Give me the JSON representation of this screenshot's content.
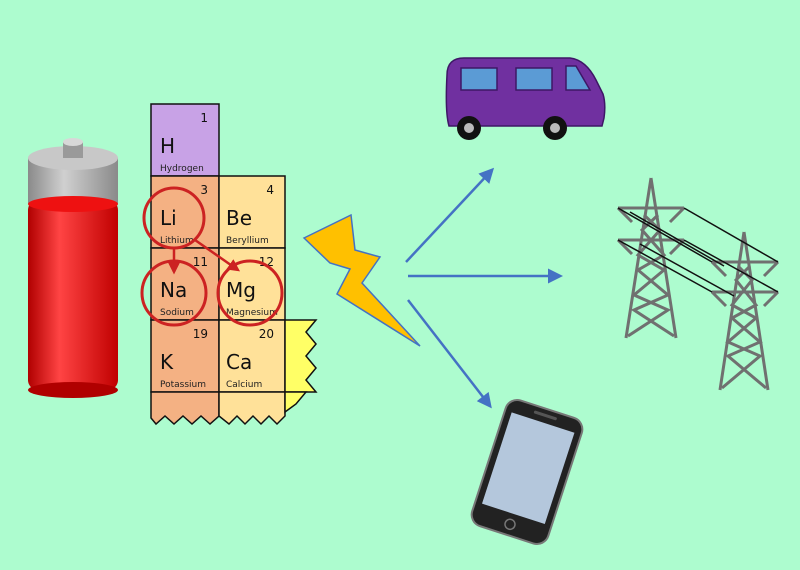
{
  "colors": {
    "background": "#adfccf",
    "battery_body": "#ee1111",
    "battery_cap": "#a8a8a8",
    "hydrogen_cell": "#c8a2e6",
    "alkali_cell": "#f4b183",
    "alkaline_earth_cell": "#ffe199",
    "next_group_cell": "#ffff66",
    "circle": "#cc2222",
    "bolt": "#ffc000",
    "arrow": "#4472c4",
    "van": "#7030a0",
    "tower": "#707070",
    "phone": "#222222"
  },
  "elements": {
    "h": {
      "symbol": "H",
      "number": "1",
      "name": "Hydrogen"
    },
    "li": {
      "symbol": "Li",
      "number": "3",
      "name": "Lithium"
    },
    "be": {
      "symbol": "Be",
      "number": "4",
      "name": "Beryllium"
    },
    "na": {
      "symbol": "Na",
      "number": "11",
      "name": "Sodium"
    },
    "mg": {
      "symbol": "Mg",
      "number": "12",
      "name": "Magnesium"
    },
    "k": {
      "symbol": "K",
      "number": "19",
      "name": "Potassium"
    },
    "ca": {
      "symbol": "Ca",
      "number": "20",
      "name": "Calcium"
    }
  },
  "icons": {
    "battery": "battery-icon",
    "energy": "lightning-bolt-icon",
    "vehicle": "van-icon",
    "grid": "power-tower-icon",
    "device": "smartphone-icon"
  }
}
